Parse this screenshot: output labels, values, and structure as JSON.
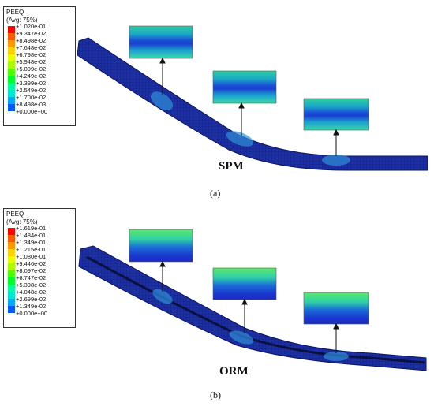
{
  "panel_a": {
    "legend": {
      "title": "PEEQ",
      "subtitle": "(Avg: 75%)",
      "values": [
        "+1.020e-01",
        "+9.347e-02",
        "+8.498e-02",
        "+7.648e-02",
        "+6.798e-02",
        "+5.948e-02",
        "+5.099e-02",
        "+4.249e-02",
        "+3.399e-02",
        "+2.549e-02",
        "+1.700e-02",
        "+8.498e-03",
        "+0.000e+00"
      ],
      "colors": [
        "#ff0000",
        "#ff5a00",
        "#ff9a00",
        "#ffd200",
        "#e6ff00",
        "#a6ff00",
        "#4cff00",
        "#00ff2a",
        "#00ff9a",
        "#00e6d2",
        "#00a8ff",
        "#005aff",
        "#0000e0"
      ]
    },
    "method_label": "SPM",
    "caption": "(a)"
  },
  "panel_b": {
    "legend": {
      "title": "PEEQ",
      "subtitle": "(Avg: 75%)",
      "values": [
        "+1.619e-01",
        "+1.484e-01",
        "+1.349e-01",
        "+1.215e-01",
        "+1.080e-01",
        "+9.446e-02",
        "+8.097e-02",
        "+6.747e-02",
        "+5.398e-02",
        "+4.048e-02",
        "+2.699e-02",
        "+1.349e-02",
        "+0.000e+00"
      ],
      "colors": [
        "#ff0000",
        "#ff5a00",
        "#ff9a00",
        "#ffd200",
        "#e6ff00",
        "#a6ff00",
        "#4cff00",
        "#00ff2a",
        "#00ff9a",
        "#00e6d2",
        "#00a8ff",
        "#005aff",
        "#0000e0"
      ]
    },
    "method_label": "ORM",
    "caption": "(b)"
  }
}
